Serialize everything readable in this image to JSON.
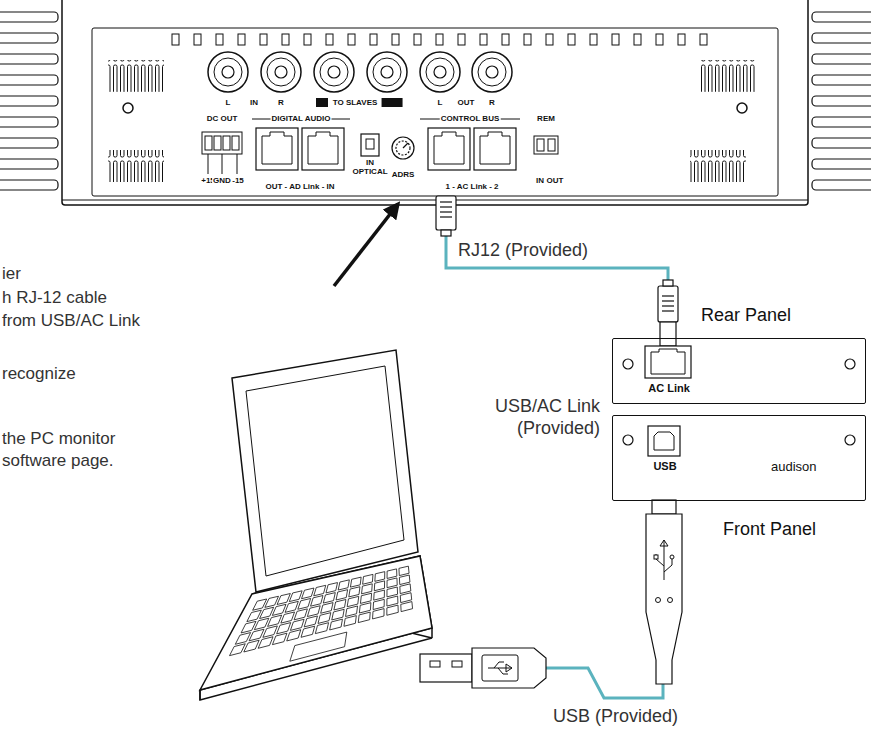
{
  "diagram": {
    "nodes": [
      {
        "text": [
          "L",
          "IN",
          "R",
          "IN",
          "TO SLAVES",
          "OUT",
          "L",
          "OUT",
          "R",
          "DC OUT",
          "DIGITAL AUDIO",
          "CONTROL BUS",
          "REM",
          "+15",
          "GND",
          "-15",
          "OUT - AD Link - IN",
          "IN",
          "OPTICAL",
          "ADRS",
          "1 - AC Link - 2",
          "IN",
          "OUT"
        ]
      },
      {
        "text": [
          "Rear Panel",
          "AC Link"
        ]
      },
      {
        "text": [
          "Front Panel",
          "USB",
          "audison"
        ]
      }
    ],
    "edges": [
      {
        "from": 0,
        "to": 1,
        "label": "RJ12 (Provided)",
        "arrow": "none"
      }
    ],
    "labels": [
      "ier",
      "h RJ-12 cable",
      "from USB/AC Link",
      "recognize",
      "the PC monitor",
      "software page.",
      "USB/AC Link (Provided)",
      "USB (Provided)"
    ]
  }
}
